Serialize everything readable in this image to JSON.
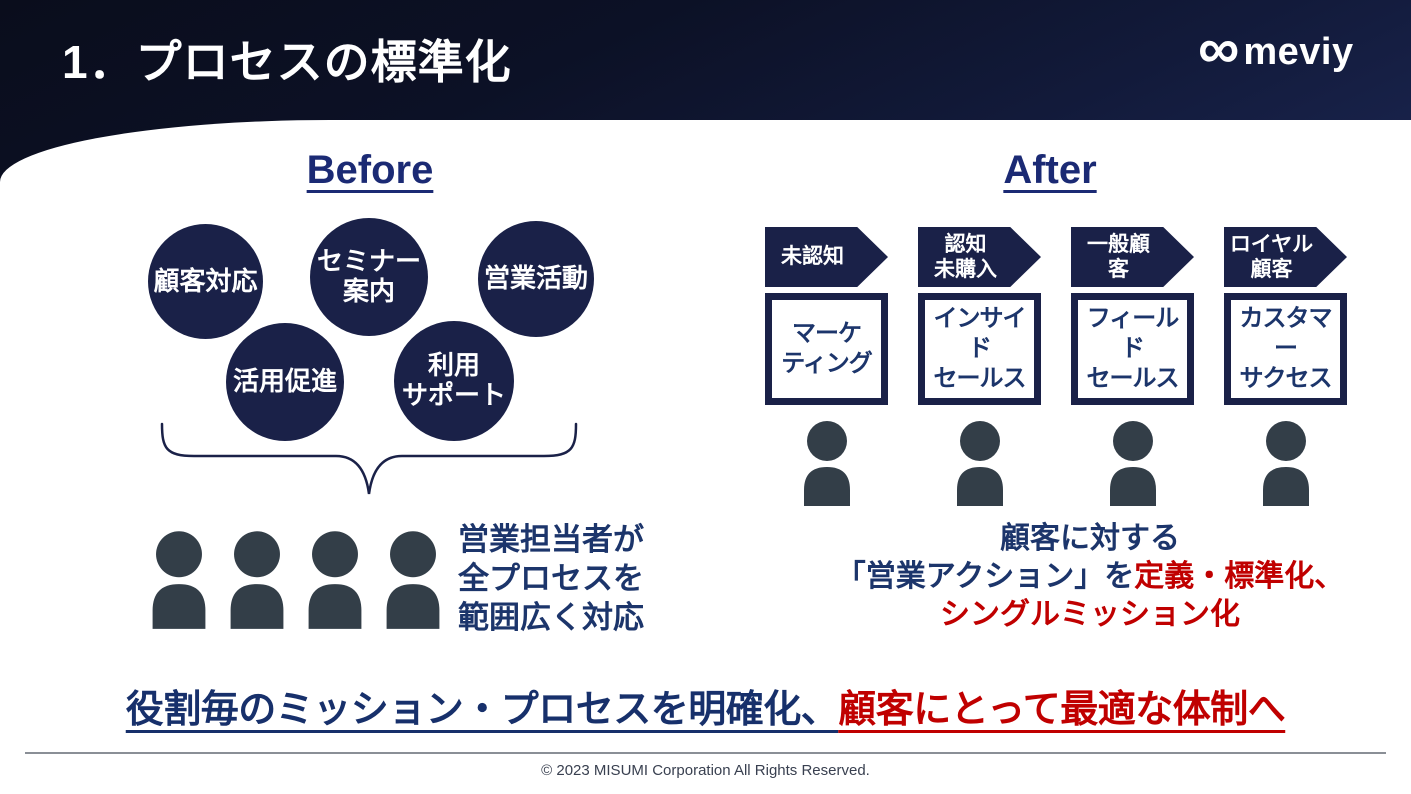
{
  "slide": {
    "title": "1．プロセスの標準化",
    "logo": {
      "symbol": "∞",
      "text": "meviy"
    }
  },
  "before": {
    "heading": "Before",
    "circles": [
      "顧客対応",
      "セミナー\n案内",
      "営業活動",
      "活用促進",
      "利用\nサポート"
    ],
    "caption": "営業担当者が\n全プロセスを\n範囲広く対応",
    "person_count": 4
  },
  "after": {
    "heading": "After",
    "columns": [
      {
        "stage": "未認知",
        "role": "マーケ\nティング"
      },
      {
        "stage": "認知\n未購入",
        "role": "インサイド\nセールス"
      },
      {
        "stage": "一般顧\n客",
        "role": "フィールド\nセールス"
      },
      {
        "stage": "ロイヤル\n顧客",
        "role": "カスタマー\nサクセス"
      }
    ],
    "caption": {
      "line1": "顧客に対する",
      "line2_navy": "「営業アクション」を",
      "line2_red": "定義・標準化、",
      "line3_red": "シングルミッション化"
    },
    "person_count": 4
  },
  "headline": {
    "navy": "役割毎のミッション・プロセスを明確化、",
    "red": "顧客にとって最適な体制へ"
  },
  "footer": {
    "copyright": "© 2023 MISUMI  Corporation All Rights Reserved."
  },
  "colors": {
    "shape_navy": "#1a2148",
    "heading_navy": "#1b2a74",
    "text_navy": "#1c356b",
    "accent_red": "#c00000",
    "person_gray": "#333e48"
  }
}
